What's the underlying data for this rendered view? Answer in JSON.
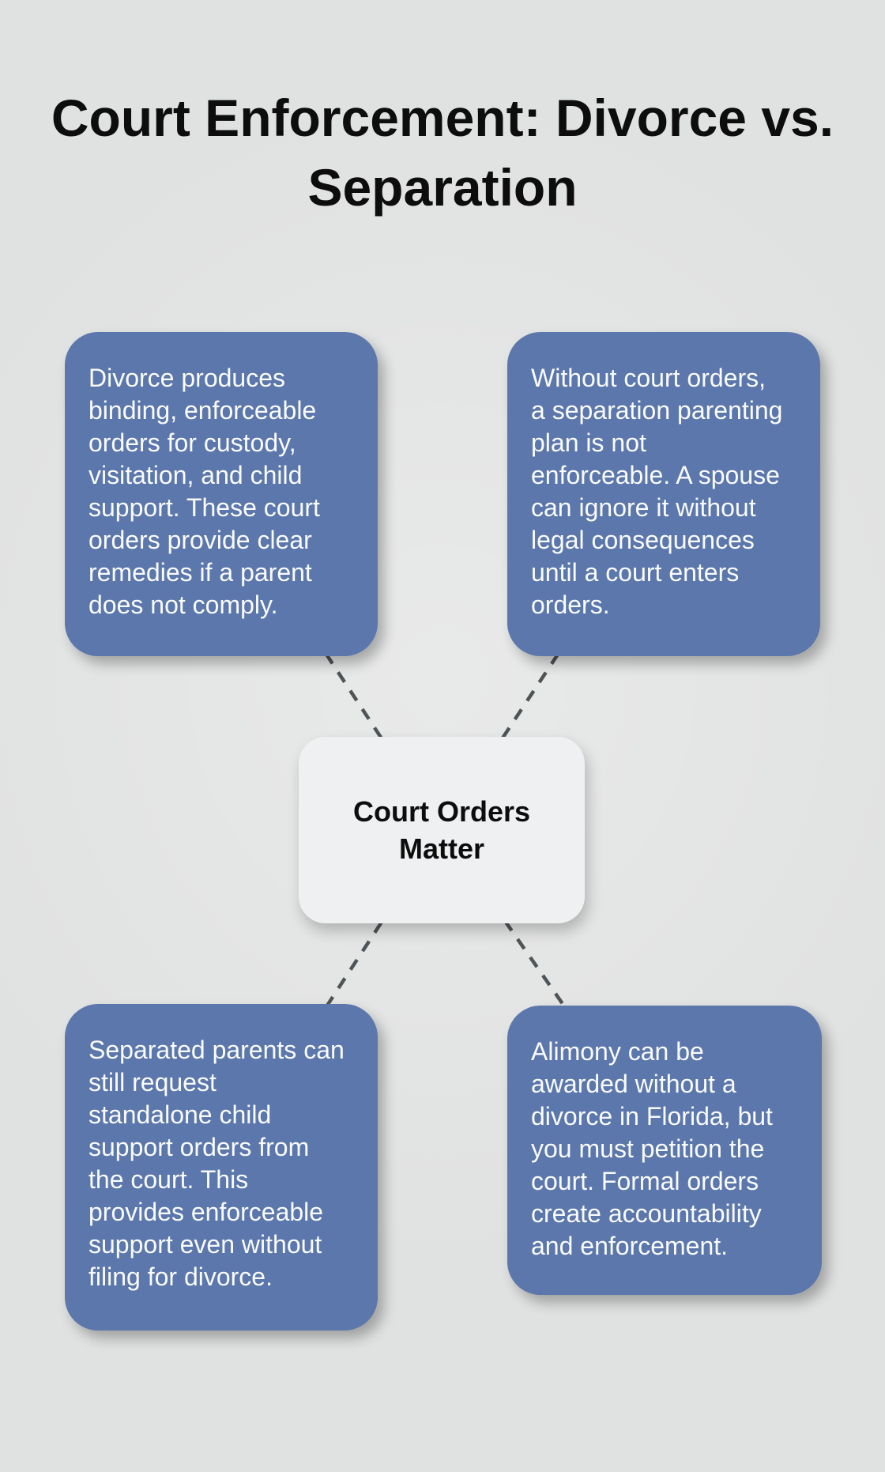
{
  "title": "Court Enforcement: Divorce vs. Separation",
  "center_node": {
    "label": "Court Orders Matter"
  },
  "branches": [
    {
      "position": "top-left",
      "lines": [
        "Divorce produces",
        "binding, enforceable",
        "orders for custody,",
        "visitation, and child",
        "support. These court",
        "orders provide clear",
        "remedies if a parent",
        "does not comply."
      ]
    },
    {
      "position": "top-right",
      "lines": [
        "Without court orders,",
        "a separation parenting",
        "plan is not",
        "enforceable. A spouse",
        "can ignore it without",
        "legal consequences",
        "until a court enters",
        "orders."
      ]
    },
    {
      "position": "bottom-left",
      "lines": [
        "Separated parents can",
        "still request",
        "standalone child",
        "support orders from",
        "the court. This",
        "provides enforceable",
        "support even without",
        "filing for divorce."
      ]
    },
    {
      "position": "bottom-right",
      "lines": [
        "Alimony can be",
        "awarded without a",
        "divorce in Florida, but",
        "you must petition the",
        "court. Formal orders",
        "create accountability",
        "and enforcement."
      ]
    }
  ],
  "colors": {
    "background": "#e0e1e1",
    "node_fill": "#5b77ab",
    "node_text": "#fafbfc",
    "center_fill": "#eef0f2",
    "center_text": "#0d0d0d",
    "connector": "#4f5457",
    "title": "#0d0d0d"
  }
}
